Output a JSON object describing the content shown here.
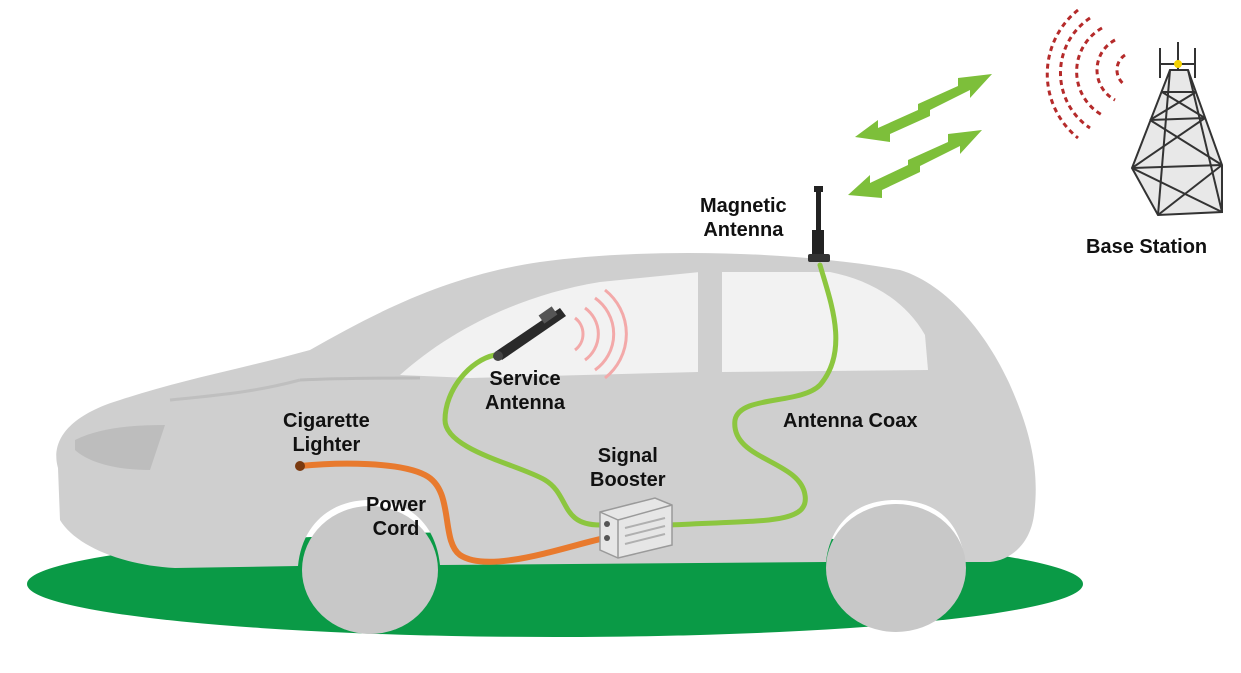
{
  "labels": {
    "magnetic_antenna": [
      "Magnetic",
      "Antenna"
    ],
    "base_station": "Base Station",
    "service_antenna": [
      "Service",
      "Antenna"
    ],
    "cigarette_lighter": [
      "Cigarette",
      "Lighter"
    ],
    "signal_booster": [
      "Signal",
      "Booster"
    ],
    "antenna_coax": "Antenna Coax",
    "power_cord": [
      "Power",
      "Cord"
    ]
  },
  "colors": {
    "ground": "#0a9a46",
    "car_body": "#cfcfcf",
    "car_window": "#f2f2f2",
    "coax_cable": "#8cc63f",
    "power_cord": "#e87a2e",
    "signal_waves_indoor": "#f3a9a9",
    "signal_waves_outdoor": "#b52a2a",
    "signal_arrows": "#7dbf3a",
    "antenna_black": "#222222",
    "tower_line": "#333333"
  }
}
